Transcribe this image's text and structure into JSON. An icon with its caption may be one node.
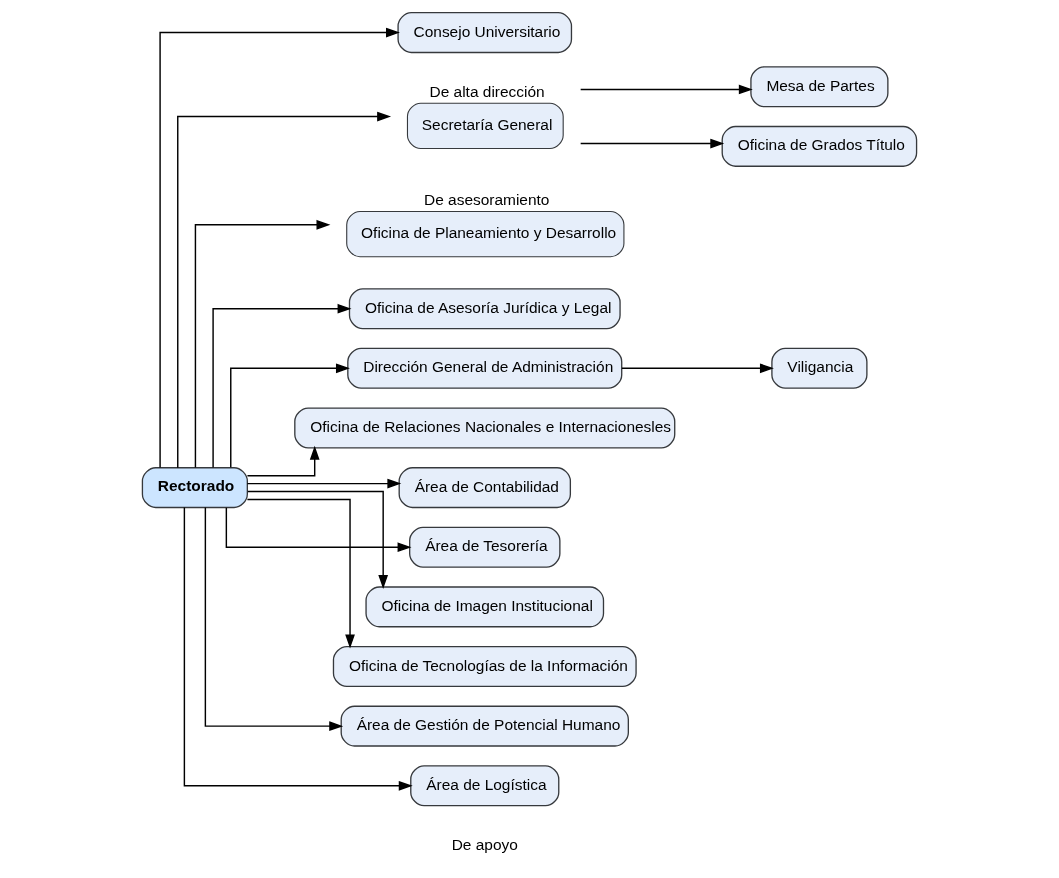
{
  "diagram": {
    "nodes": [
      {
        "text": [
          "Rectorado"
        ]
      },
      {
        "text": [
          "Consejo Universitario"
        ]
      },
      {
        "text": [
          "Secretaría General"
        ],
        "beside": [
          "De alta dirección"
        ]
      },
      {
        "text": [
          "Mesa de Partes"
        ]
      },
      {
        "text": [
          "Oficina de Grados Título"
        ]
      },
      {
        "text": [
          "Oficina de Planeamiento y Desarrollo"
        ],
        "beside": [
          "De asesoramiento"
        ]
      },
      {
        "text": [
          "Oficina de Asesoría Jurídica y Legal"
        ]
      },
      {
        "text": [
          "Dirección General de Administración"
        ]
      },
      {
        "text": [
          "Viligancia"
        ]
      },
      {
        "text": [
          "Oficina de Relaciones Nacionales e Internacionesles"
        ]
      },
      {
        "text": [
          "Área de Contabilidad"
        ]
      },
      {
        "text": [
          "Área de Tesorería"
        ]
      },
      {
        "text": [
          "Oficina de Imagen Institucional"
        ]
      },
      {
        "text": [
          "Oficina de Tecnologías de la Información"
        ]
      },
      {
        "text": [
          "Área de Gestión de Potencial Humano"
        ]
      },
      {
        "text": [
          "Área de Logística"
        ]
      }
    ],
    "edges": [
      {
        "from": 0,
        "to": 1,
        "arrow": "to"
      },
      {
        "from": 0,
        "to": 2,
        "arrow": "to"
      },
      {
        "from": 2,
        "to": 3,
        "arrow": "to"
      },
      {
        "from": 2,
        "to": 4,
        "arrow": "to"
      },
      {
        "from": 0,
        "to": 5,
        "arrow": "to"
      },
      {
        "from": 0,
        "to": 6,
        "arrow": "to"
      },
      {
        "from": 0,
        "to": 7,
        "arrow": "to"
      },
      {
        "from": 7,
        "to": 8,
        "arrow": "to"
      },
      {
        "from": 0,
        "to": 9,
        "arrow": "to"
      },
      {
        "from": 0,
        "to": 10,
        "arrow": "to"
      },
      {
        "from": 0,
        "to": 11,
        "arrow": "to"
      },
      {
        "from": 0,
        "to": 12,
        "arrow": "to"
      },
      {
        "from": 0,
        "to": 13,
        "arrow": "to"
      },
      {
        "from": 0,
        "to": 14,
        "arrow": "to"
      },
      {
        "from": 0,
        "to": 15,
        "arrow": "to"
      }
    ],
    "labels": [
      "De apoyo"
    ]
  }
}
